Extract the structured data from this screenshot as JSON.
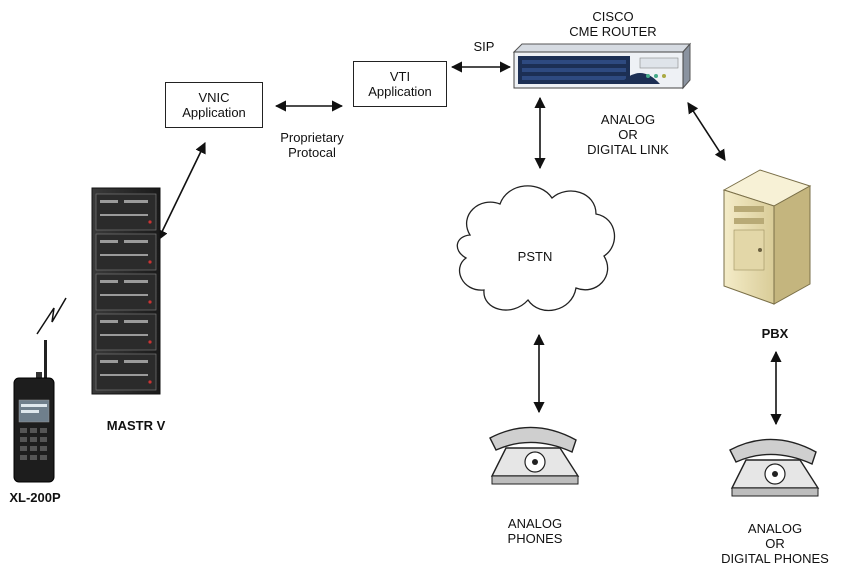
{
  "diagram": {
    "vnic_box": {
      "line1": "VNIC",
      "line2": "Application"
    },
    "vti_box": {
      "line1": "VTI",
      "line2": "Application"
    },
    "proprietary_label": {
      "line1": "Proprietary",
      "line2": "Protocal"
    },
    "sip_label": "SIP",
    "router_label": {
      "line1": "CISCO",
      "line2": "CME ROUTER"
    },
    "link_label": {
      "line1": "ANALOG",
      "line2": "OR",
      "line3": "DIGITAL LINK"
    },
    "pstn_label": "PSTN",
    "pbx_label": "PBX",
    "mastr_label": "MASTR V",
    "radio_label": "XL-200P",
    "analog_phones_label": {
      "line1": "ANALOG",
      "line2": "PHONES"
    },
    "digital_phones_label": {
      "line1": "ANALOG",
      "line2": "OR",
      "line3": "DIGITAL PHONES"
    },
    "icons": [
      "radio-handset-icon",
      "radio-rack-icon",
      "router-icon",
      "cloud-icon",
      "pbx-server-icon",
      "telephone-icon",
      "lightning-signal-icon"
    ]
  }
}
